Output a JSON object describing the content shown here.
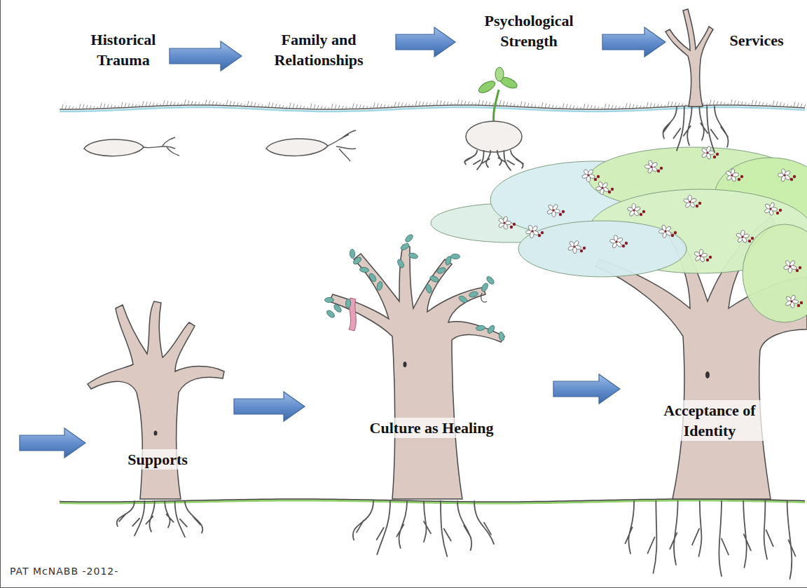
{
  "diagram": {
    "nodes": [
      {
        "text": [
          "Historical Trauma"
        ]
      },
      {
        "text": [
          "Family and Relationships"
        ]
      },
      {
        "text": [
          "Psychological Strength"
        ]
      },
      {
        "text": [
          "Services"
        ]
      },
      {
        "text": [
          "Supports"
        ]
      },
      {
        "text": [
          "Culture as Healing"
        ]
      },
      {
        "text": [
          "Acceptance of Identity"
        ]
      }
    ],
    "edges": [
      {
        "from": 0,
        "to": 1,
        "arrow": "to"
      },
      {
        "from": 1,
        "to": 2,
        "arrow": "to"
      },
      {
        "from": 2,
        "to": 3,
        "arrow": "to"
      },
      {
        "from": 4,
        "to": 5,
        "arrow": "to"
      },
      {
        "from": 5,
        "to": 6,
        "arrow": "to"
      }
    ],
    "labels": [
      "PAT McNABB -2012-"
    ]
  }
}
